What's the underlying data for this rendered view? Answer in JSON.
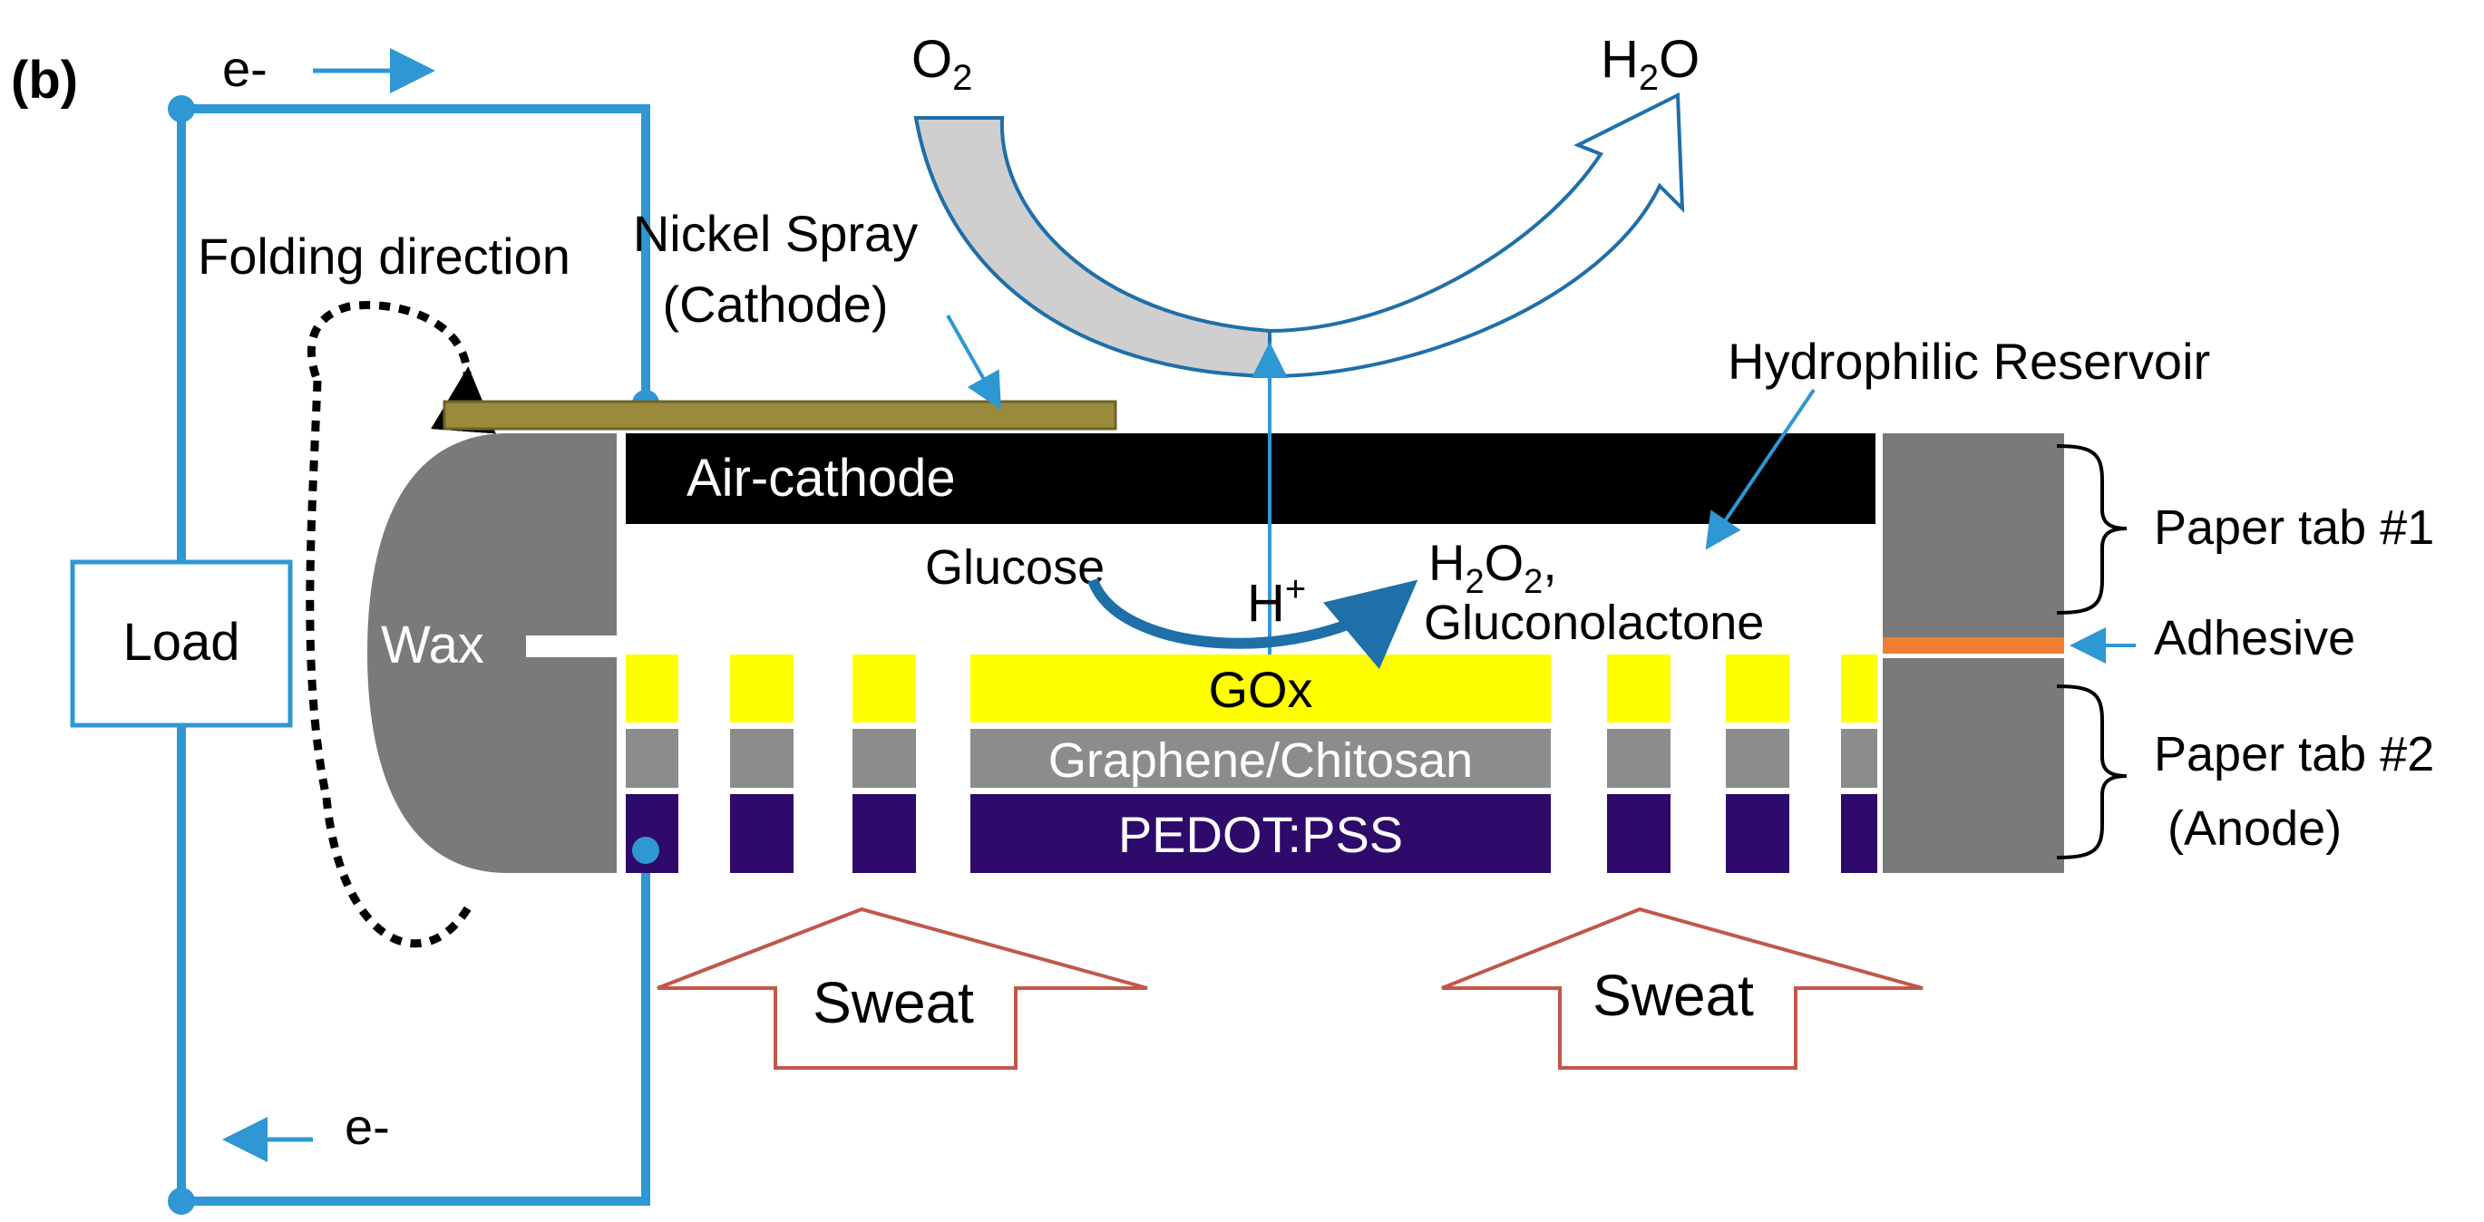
{
  "panel_label": "(b)",
  "electron_top": "e-",
  "electron_bottom": "e-",
  "oxygen": {
    "base": "O",
    "sub": "2"
  },
  "water": {
    "base": "H",
    "sub": "2",
    "tail": "O"
  },
  "folding_direction": "Folding direction",
  "nickel_spray": {
    "line1": "Nickel Spray",
    "line2": "(Cathode)"
  },
  "hydrophilic_reservoir": "Hydrophilic Reservoir",
  "air_cathode": "Air-cathode",
  "load": "Load",
  "wax": "Wax",
  "glucose": "Glucose",
  "proton": {
    "base": "H",
    "sup": "+"
  },
  "peroxide": {
    "base": "H",
    "sub1": "2",
    "mid": "O",
    "sub2": "2",
    "tail": ","
  },
  "gluconolactone": "Gluconolactone",
  "gox": "GOx",
  "graphene_chitosan": "Graphene/Chitosan",
  "pedot": "PEDOT:PSS",
  "paper_tab_1": "Paper tab #1",
  "adhesive": "Adhesive",
  "paper_tab_2": {
    "line1": "Paper tab #2",
    "line2": "(Anode)"
  },
  "sweat_left": "Sweat",
  "sweat_right": "Sweat",
  "colors": {
    "wire": "#2f97d3",
    "nickel": "#9b8a3c",
    "air_cathode": "#000000",
    "wax": "#7a7a7a",
    "gox": "#ffff00",
    "graphene": "#8c8c8c",
    "pedot": "#2e0a6b",
    "adhesive": "#ef7d34",
    "sweat_arrow": "#c0584a",
    "reaction_arrow": "#1f6fa8"
  }
}
